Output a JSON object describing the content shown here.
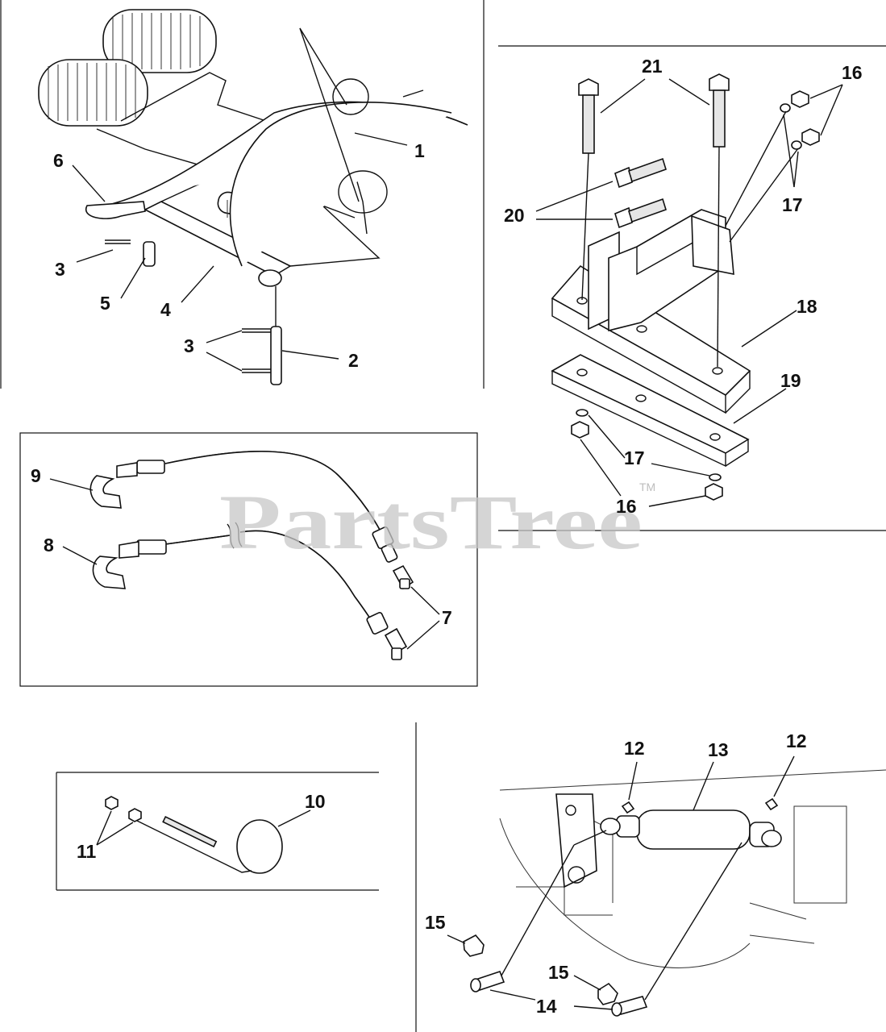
{
  "watermark": {
    "text": "PartsTree",
    "trademark": "TM"
  },
  "callouts": {
    "top_left": [
      "1",
      "2",
      "3",
      "3",
      "4",
      "5",
      "6"
    ],
    "top_right": [
      "16",
      "16",
      "17",
      "17",
      "18",
      "19",
      "20",
      "21"
    ],
    "hoses": [
      "7",
      "8",
      "9"
    ],
    "cable": [
      "10",
      "11"
    ],
    "cylinder": [
      "12",
      "12",
      "13",
      "14",
      "15",
      "15"
    ]
  }
}
